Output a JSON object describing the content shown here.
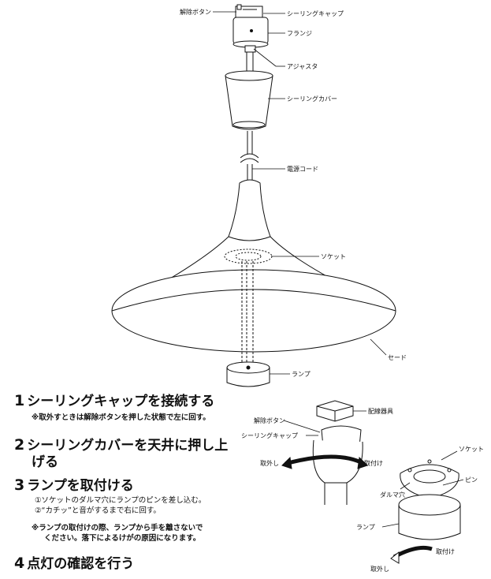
{
  "labels": {
    "release_button_top": "解除ボタン",
    "ceiling_cap": "シーリングキャップ",
    "flange": "フランジ",
    "adjuster": "アジャスタ",
    "ceiling_cover": "シーリングカバー",
    "power_cord": "電源コード",
    "socket": "ソケット",
    "shade": "セード",
    "lamp": "ランプ"
  },
  "detail_labels": {
    "wiring_device": "配線器具",
    "release_button": "解除ボタン",
    "ceiling_cap": "シーリングキャップ",
    "remove": "取外し",
    "attach": "取付け",
    "socket": "ソケット",
    "pin": "ピン",
    "daruma_hole": "ダルマ穴",
    "lamp": "ランプ",
    "remove2": "取外し",
    "attach2": "取付け"
  },
  "steps": [
    {
      "num": "1",
      "title": "シーリングキャップを接続する",
      "note": "※取外すときは解除ボタンを押した状態で左に回す。"
    },
    {
      "num": "2",
      "title": "シーリングカバーを天井に押し上",
      "title2": "げる"
    },
    {
      "num": "3",
      "title": "ランプを取付ける",
      "line1": "①ソケットのダルマ穴にランプのピンを差し込む。",
      "line2": "②“カチッ”と音がするまで右に回す。",
      "note1": "※ランプの取付けの際、ランプから手を離さないで",
      "note2": "ください。落下によるけがの原因になります。"
    },
    {
      "num": "4",
      "title": "点灯の確認を行う"
    }
  ]
}
